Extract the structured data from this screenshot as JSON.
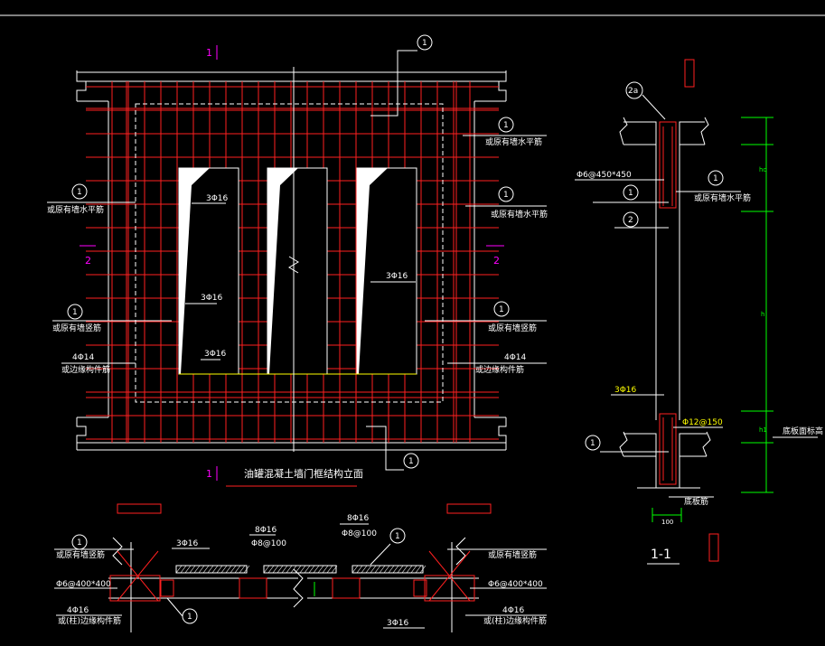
{
  "colors": {
    "background": "#000000",
    "rebar": "#ff2020",
    "line": "#ffffff",
    "accent": "#ff00ff",
    "highlight": "#ffff00",
    "dimension": "#00ff00"
  },
  "elevation": {
    "section_mark_top": "1",
    "section_mark_bottom": "1",
    "section_mark_left": "2",
    "section_mark_right": "2",
    "title": "油罐混凝土墙门框结构立面",
    "bubble": "1",
    "labels": {
      "wall_horizontal_1": "或原有墙水平筋",
      "wall_horizontal_2": "或原有墙水平筋",
      "wall_horizontal_3": "或原有墙水平筋",
      "wall_vertical_left": "或原有墙竖筋",
      "wall_vertical_right": "或原有墙竖筋",
      "edge_bar_left": "4Φ14",
      "edge_bar_left_note": "或边缘构件筋",
      "edge_bar_right": "4Φ14",
      "edge_bar_right_note": "或边缘构件筋",
      "bar_3phi16": "3Φ16"
    }
  },
  "section_1_1": {
    "title": "1-1",
    "bubble_top": "2a",
    "bubble": "1",
    "bubble_2": "2",
    "stirrup": "Φ6@450*450",
    "wall_horizontal": "或原有墙水平筋",
    "bar_3phi16": "3Φ16",
    "bar_phi12": "Φ12@150",
    "bottom_note": "底板筋",
    "floor_note": "底板面标高",
    "dim_100": "100",
    "dim_h": "h",
    "dim_h1": "h1",
    "dim_ho": "ho"
  },
  "plan_section": {
    "bubble": "1",
    "wall_vertical_left": "或原有墙竖筋",
    "wall_vertical_right": "或原有墙竖筋",
    "stirrup_left": "Φ6@400*400",
    "stirrup_right": "Φ6@400*400",
    "edge_left": "4Φ16",
    "edge_left_note": "或(柱)边缘构件筋",
    "edge_right": "4Φ16",
    "edge_right_note": "或(柱)边缘构件筋",
    "bar_3phi16": "3Φ16",
    "bar_8phi16_1": "8Φ16",
    "bar_8phi16_2": "8Φ16",
    "stirrup_mid_1": "Φ8@100",
    "stirrup_mid_2": "Φ8@100"
  }
}
